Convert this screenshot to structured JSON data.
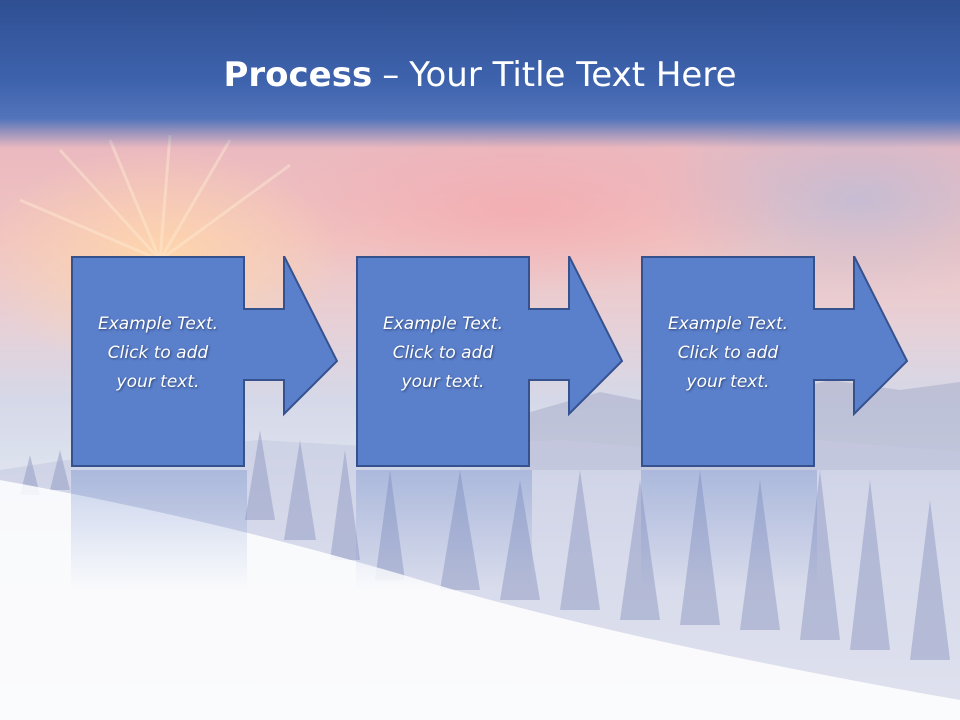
{
  "slide": {
    "title_bold": "Process",
    "title_dash": "–",
    "title_rest": "Your Title Text Here"
  },
  "steps": [
    {
      "lines": [
        "Example Text.",
        "Click  to add",
        "your text."
      ]
    },
    {
      "lines": [
        "Example Text.",
        "Click  to add",
        "your text."
      ]
    },
    {
      "lines": [
        "Example Text.",
        "Click  to add",
        "your text."
      ]
    }
  ],
  "colors": {
    "header": "#3e63ad",
    "shape_fill": "#5a7fcb",
    "shape_stroke": "#35528f",
    "text": "#ffffff"
  }
}
